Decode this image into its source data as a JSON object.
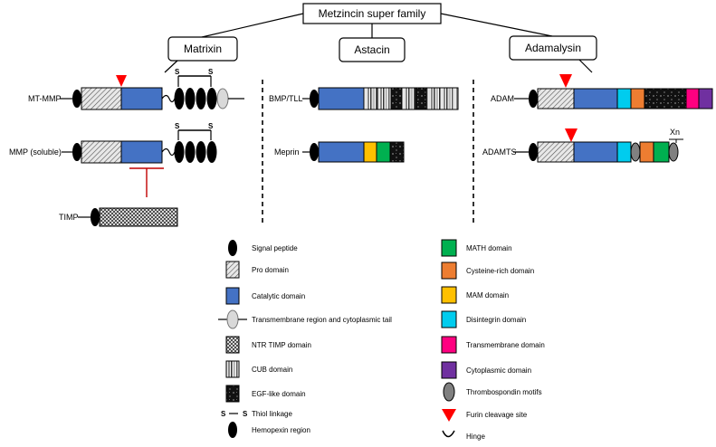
{
  "root": {
    "title": "Metzincin super family"
  },
  "families": {
    "matrixin": "Matrixin",
    "astacin": "Astacin",
    "adamalysin": "Adamalysin"
  },
  "proteins": {
    "mt_mmp": "MT-MMP",
    "mmp_soluble": "MMP (soluble)",
    "timp": "TIMP",
    "bmp_tll": "BMP/TLL",
    "meprin": "Meprin",
    "adam": "ADAM",
    "adamts": "ADAMTS"
  },
  "thiol": {
    "s": "S"
  },
  "xn": "Xn",
  "colors": {
    "catalytic": "#4472C4",
    "math": "#00B050",
    "cysteine_rich": "#ED7D31",
    "mam": "#FFC000",
    "disintegrin": "#00CCEE",
    "transmembrane": "#FF0080",
    "cytoplasmic": "#7030A0",
    "furin": "#FF0000",
    "inhibition": "#C00000"
  },
  "legend_left": [
    {
      "key": "signal",
      "label": "Signal peptide"
    },
    {
      "key": "pro",
      "label": "Pro domain"
    },
    {
      "key": "catalytic",
      "label": "Catalytic domain"
    },
    {
      "key": "tm_tail",
      "label": "Transmembrane region and cytoplasmic tail"
    },
    {
      "key": "ntr",
      "label": "NTR TIMP domain"
    },
    {
      "key": "cub",
      "label": "CUB domain"
    },
    {
      "key": "egf",
      "label": "EGF-like domain"
    },
    {
      "key": "thiol",
      "label": "Thiol linkage"
    },
    {
      "key": "hemopexin",
      "label": "Hemopexin region"
    }
  ],
  "legend_right": [
    {
      "key": "math",
      "label": "MATH domain"
    },
    {
      "key": "cys",
      "label": "Cysteine-rich domain"
    },
    {
      "key": "mam",
      "label": "MAM domain"
    },
    {
      "key": "disintegrin",
      "label": "Disintegrin domain"
    },
    {
      "key": "tmdom",
      "label": "Transmembrane domain"
    },
    {
      "key": "cyto",
      "label": "Cytoplasmic domain"
    },
    {
      "key": "thrombo",
      "label": "Thrombospondin motifs"
    },
    {
      "key": "furin",
      "label": "Furin cleavage site"
    },
    {
      "key": "hinge",
      "label": "Hinge"
    }
  ]
}
